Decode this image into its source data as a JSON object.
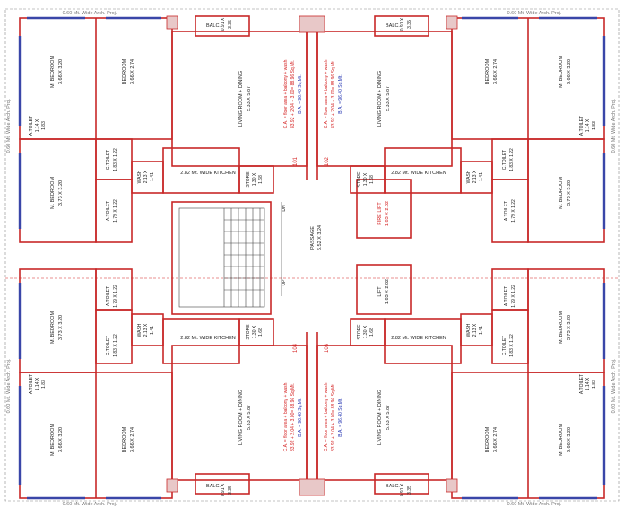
{
  "rooms": {
    "bal_tl_label": "BALC.",
    "bal_tl_dim1": "0.91 X",
    "bal_tl_dim2": "3.35",
    "bal_tr_label": "BALC.",
    "bal_tr_dim1": "0.91 X",
    "bal_tr_dim2": "3.35",
    "bal_bl_label": "BALC.",
    "bal_bl_dim1": "0.91 X",
    "bal_bl_dim2": "3.35",
    "bal_br_label": "BALC.",
    "bal_br_dim1": "0.91 X",
    "bal_br_dim2": "3.35",
    "mbed_tl_label": "M. BEDROOM",
    "mbed_tl_dim": "3.66 X 3.20",
    "bed_tl_label": "BEDROOM",
    "bed_tl_dim": "3.66 X 2.74",
    "living_tl_label": "LIVING ROOM + DINING",
    "living_tl_dim": "5.33 X 5.87",
    "living_tr_label": "LIVING ROOM + DINING",
    "living_tr_dim": "5.33 X 5.87",
    "bed_tr_label": "BEDROOM",
    "bed_tr_dim": "3.66 X 2.74",
    "mbed_tr_label": "M. BEDROOM",
    "mbed_tr_dim": "3.66 X 3.20",
    "atoilet_tl_label": "A.TOILET",
    "atoilet_tl_dim1": "1.14 X",
    "atoilet_tl_dim2": "1.83",
    "atoilet_tr_label": "A.TOILET",
    "atoilet_tr_dim1": "1.14 X",
    "atoilet_tr_dim2": "1.83",
    "mbed2_tl_label": "M. BEDROOM",
    "mbed2_tl_dim": "3.73 X 3.20",
    "mbed2_tr_label": "M. BEDROOM",
    "mbed2_tr_dim": "3.73 X 3.20",
    "ctoilet_tl_label": "C.TOILET",
    "ctoilet_tl_dim": "1.83 X 1.22",
    "ctoilet_tr_label": "C.TOILET",
    "ctoilet_tr_dim": "1.83 X 1.22",
    "wash_tl_label": "WASH",
    "wash_tl_dim1": "2.13 X",
    "wash_tl_dim2": "1.41",
    "wash_tr_label": "WASH",
    "wash_tr_dim1": "2.13 X",
    "wash_tr_dim2": "1.41",
    "kitchen_tl": "2.82 Mt. WIDE KITCHEN",
    "kitchen_tr": "2.82 Mt. WIDE KITCHEN",
    "store_tl_label": "STORE",
    "store_tl_dim1": "1.30 X",
    "store_tl_dim2": "1.68",
    "store_tr_label": "STORE",
    "store_tr_dim1": "1.30 X",
    "store_tr_dim2": "1.68",
    "atoilet2_tl_label": "A.TOILET",
    "atoilet2_tl_dim": "1.79 X 1.22",
    "atoilet2_tr_label": "A.TOILET",
    "atoilet2_tr_dim": "1.79 X 1.22",
    "firelift_label": "FIRE LIFT",
    "firelift_dim": "1.83 X 2.02",
    "lift_label": "LIFT",
    "lift_dim": "1.83 X 2.02",
    "passage_label": "PASSAGE",
    "passage_dim": "6.52 X 3.24",
    "dn": "DN",
    "up": "UP",
    "atoilet_bl2_label": "A.TOILET",
    "atoilet_bl2_dim": "1.79 X 1.22",
    "atoilet_br2_label": "A.TOILET",
    "atoilet_br2_dim": "1.79 X 1.22",
    "mbed_bl_label": "M. BEDROOM",
    "mbed_bl_dim": "3.73 X 3.20",
    "mbed_br_label": "M. BEDROOM",
    "mbed_br_dim": "3.73 X 3.20",
    "ctoilet_bl_label": "C.TOILET",
    "ctoilet_bl_dim": "1.83 X 1.22",
    "ctoilet_br_label": "C.TOILET",
    "ctoilet_br_dim": "1.83 X 1.22",
    "wash_bl_label": "WASH",
    "wash_bl_dim1": "2.13 X",
    "wash_bl_dim2": "1.41",
    "wash_br_label": "WASH",
    "wash_br_dim1": "2.13 X",
    "wash_br_dim2": "1.41",
    "kitchen_bl": "2.82 Mt. WIDE KITCHEN",
    "kitchen_br": "2.82 Mt. WIDE KITCHEN",
    "store_bl_label": "STORE",
    "store_bl_dim1": "1.30 X",
    "store_bl_dim2": "1.68",
    "store_br_label": "STORE",
    "store_br_dim1": "1.30 X",
    "store_br_dim2": "1.68",
    "atoilet3_bl_label": "A.TOILET",
    "atoilet3_bl_dim1": "1.14 X",
    "atoilet3_bl_dim2": "1.83",
    "atoilet3_br_label": "A.TOILET",
    "atoilet3_br_dim1": "1.14 X",
    "atoilet3_br_dim2": "1.83",
    "mbed3_bl_label": "M. BEDROOM",
    "mbed3_bl_dim": "3.66 X 3.20",
    "mbed3_br_label": "M. BEDROOM",
    "mbed3_br_dim": "3.66 X 3.20",
    "bed_bl_label": "BEDROOM",
    "bed_bl_dim": "3.66 X 2.74",
    "bed_br_label": "BEDROOM",
    "bed_br_dim": "3.66 X 2.74",
    "living_bl_label": "LIVING ROOM + DINING",
    "living_bl_dim": "5.33 X 5.87",
    "living_br_label": "LIVING ROOM + DINING",
    "living_br_dim": "5.33 X 5.87"
  },
  "area": {
    "ca_l1": "C.A. = floor area + balcony + wash",
    "ca_l2": "83.92 + 2.04 + 3.00= 88.96 Sq.Mt.",
    "ba_l3": "B.A. = 96.40 Sq.Mt."
  },
  "units": {
    "u101": "101",
    "u102": "102",
    "u103": "103",
    "u104": "104"
  },
  "side": {
    "proj_tl": "0.60 Mt. Wide Arch. Proj.",
    "proj_bl": "0.60 Mt. Wide Arch. Proj.",
    "proj_tr": "0.60 Mt. Wide Arch. Proj.",
    "proj_br": "0.60 Mt. Wide Arch. Proj.",
    "proj_top_l": "0.60 Mt. Wide Arch. Proj.",
    "proj_top_r": "0.60 Mt. Wide Arch. Proj.",
    "proj_bot_l": "0.60 Mt. Wide Arch. Proj.",
    "proj_bot_r": "0.60 Mt. Wide Arch. Proj."
  },
  "colors": {
    "wall": "#c82828",
    "window": "#3a46a8",
    "text": "#222222"
  }
}
